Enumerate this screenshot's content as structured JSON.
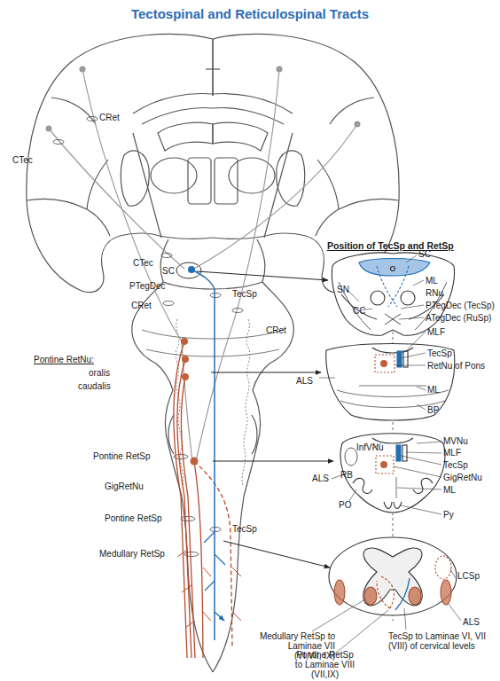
{
  "diagram": {
    "title": "Tectospinal and Reticulospinal Tracts",
    "labels": [
      "CRet",
      "CTec",
      "CTec",
      "SC",
      "PTegDec",
      "CRet",
      "TecSp",
      "CRet",
      "Pontine RetNu:",
      "oralis",
      "caudalis",
      "Pontine RetSp",
      "GigRetNu",
      "Pontine RetSp",
      "Medullary RetSp",
      "TecSp",
      "Position of TecSp and RetSp",
      "SC",
      "ML",
      "RNu",
      "PTegDec (TecSp)",
      "ATegDec (RuSp)",
      "SN",
      "CC",
      "MLF",
      "TecSp",
      "RetNu of Pons",
      "ML",
      "ALS",
      "BP",
      "InfVNu",
      "MVNu",
      "MLF",
      "RB",
      "TecSp",
      "ALS",
      "GigRetNu",
      "ML",
      "PO",
      "Py",
      "LCSp",
      "ALS",
      "Medullary RetSp to Laminae VII (VI,VII, IX)",
      "Pontine RetSp to Laminae VIII (VII,IX)",
      "TecSp to Laminae VI, VII (VIII) of cervical levels"
    ]
  }
}
